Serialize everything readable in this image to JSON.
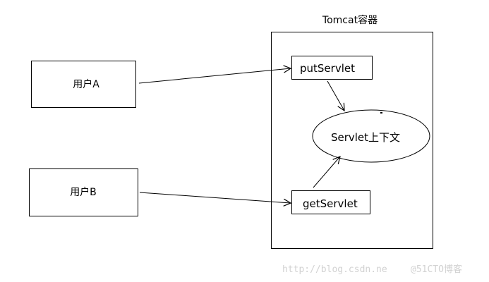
{
  "diagram": {
    "container_title": "Tomcat容器",
    "user_a": "用户A",
    "user_b": "用户B",
    "put_servlet": "putServlet",
    "get_servlet": "getServlet",
    "context": "Servlet上下文"
  },
  "watermark": {
    "url": "http://blog.csdn.ne",
    "brand": "@51CTO博客"
  },
  "colors": {
    "line": "#000000",
    "background": "#ffffff",
    "watermark": "#d2d2d2"
  }
}
